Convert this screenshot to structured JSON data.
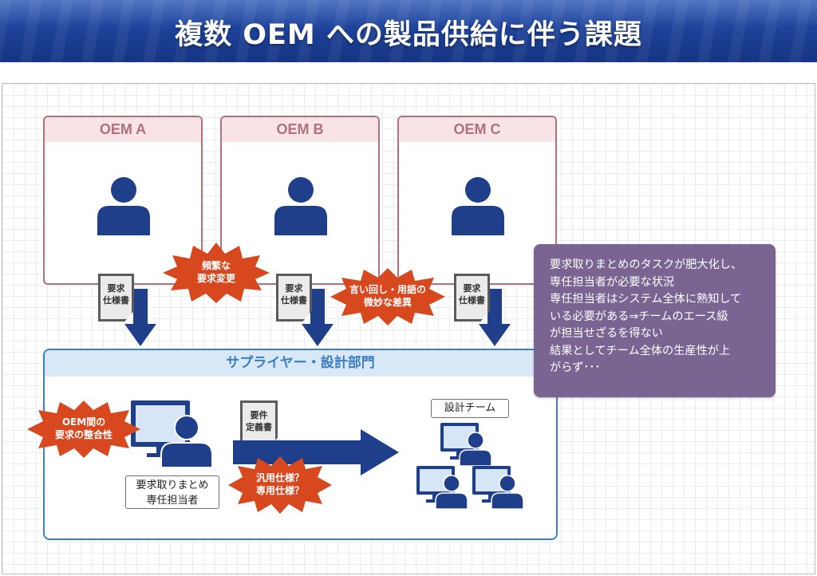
{
  "title": "複数 OEM への製品供給に伴う課題",
  "oems": [
    {
      "label": "OEM A"
    },
    {
      "label": "OEM B"
    },
    {
      "label": "OEM C"
    }
  ],
  "spec_doc": {
    "line1": "要求",
    "line2": "仕様書"
  },
  "bursts": {
    "frequent_changes": {
      "line1": "頻繁な",
      "line2": "要求変更"
    },
    "wording_diff": {
      "line1": "言い回し・用語の",
      "line2": "微妙な差異"
    },
    "consistency": {
      "line1": "OEM間の",
      "line2": "要求の整合性"
    },
    "generic_or_dedicated": {
      "line1": "汎用仕様？",
      "line2": "専用仕様？"
    }
  },
  "supplier": {
    "title": "サプライヤー・設計部門",
    "coordinator_label": {
      "line1": "要求取りまとめ",
      "line2": "専任担当者"
    },
    "req_doc": {
      "line1": "要件",
      "line2": "定義書"
    },
    "design_team_label": "設計チーム"
  },
  "callout": {
    "lines": [
      "要求取りまとめのタスクが肥大化し、",
      "専任担当者が必要な状況",
      "専任担当者はシステム全体に熟知して",
      "いる必要がある⇒チームのエース級",
      "が担当せざるを得ない",
      "結果としてチーム全体の生産性が上",
      "がらず･･･"
    ]
  },
  "colors": {
    "banner": "#1c3f95",
    "oem_border": "#b0717c",
    "oem_header_bg": "#f8e4e7",
    "navy": "#1f3f8a",
    "burst": "#d8481f",
    "supplier_border": "#3c7fc4",
    "supplier_header_bg": "#d9e8f7",
    "callout_bg": "#7a6592"
  }
}
